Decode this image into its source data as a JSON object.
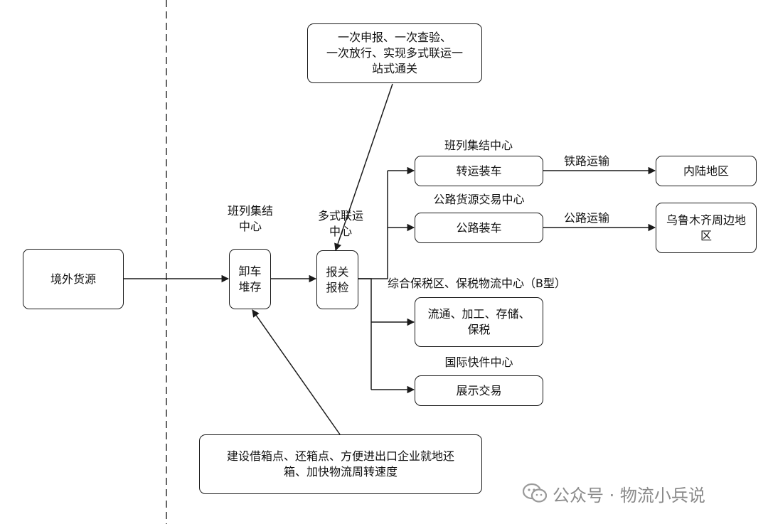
{
  "nodes": {
    "source": "境外货源",
    "unload": "卸车\n堆存",
    "declare": "报关\n报检",
    "transfer_load": "转运装车",
    "road_load": "公路装车",
    "inland": "内陆地区",
    "urumqi": "乌鲁木齐周边地\n区",
    "bonded_ops": "流通、加工、存储、\n保税",
    "exhibition": "展示交易",
    "one_stop_note": "一次申报、一次查验、\n一次放行、实现多式联运一\n站式通关",
    "container_note": "建设借箱点、还箱点、方便进出口企业就地还\n箱、加快物流周转速度"
  },
  "labels": {
    "train_hub_1": "班列集结\n中心",
    "multimodal_hub": "多式联运\n中心",
    "train_hub_2": "班列集结中心",
    "rail_transport": "铁路运输",
    "road_market": "公路货源交易中心",
    "road_transport": "公路运输",
    "bonded_zone": "综合保税区、保税物流中心（B型）",
    "express_center": "国际快件中心"
  },
  "watermark": "公众号 · 物流小兵说"
}
